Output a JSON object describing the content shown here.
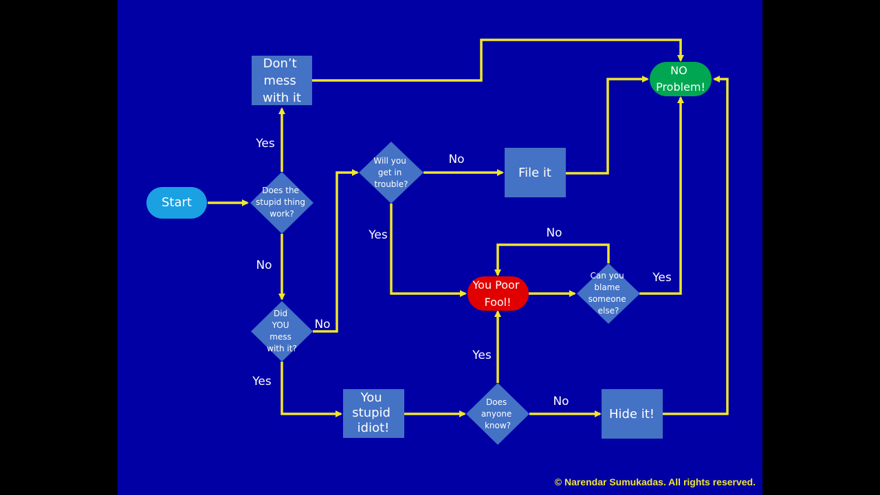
{
  "colors": {
    "background": "#0000A5",
    "connector": "#F0E62C",
    "box": "#4472C4",
    "start": "#1BA1E2",
    "no_problem": "#00A651",
    "poor_fool": "#E00000"
  },
  "nodes": {
    "start": [
      "Start"
    ],
    "stupid_thing": [
      "Does the",
      "stupid thing",
      "work?"
    ],
    "dont_mess": [
      "Don’t",
      "mess",
      "with it"
    ],
    "did_you_mess": [
      "Did",
      "YOU",
      "mess",
      "with it?"
    ],
    "trouble": [
      "Will you",
      "get in",
      "trouble?"
    ],
    "file_it": [
      "File it"
    ],
    "no_problem": [
      "NO",
      "Problem!"
    ],
    "poor_fool": [
      "You Poor",
      "Fool!"
    ],
    "blame": [
      "Can you",
      "blame",
      "someone",
      "else?"
    ],
    "stupid_idiot": [
      "You",
      "stupid",
      "idiot!"
    ],
    "anyone_know": [
      "Does",
      "anyone",
      "know?"
    ],
    "hide_it": [
      "Hide it!"
    ]
  },
  "edge_labels": {
    "work_yes": "Yes",
    "work_no": "No",
    "mess_no": "No",
    "mess_yes": "Yes",
    "trouble_no": "No",
    "trouble_yes": "Yes",
    "blame_no": "No",
    "blame_yes": "Yes",
    "know_yes": "Yes",
    "know_no": "No"
  },
  "copyright": "© Narendar Sumukadas.  All rights reserved."
}
